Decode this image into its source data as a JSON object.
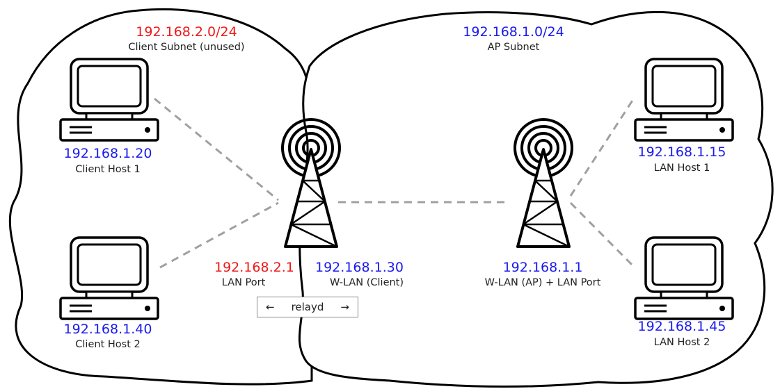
{
  "colors": {
    "red": "#f01818",
    "blue": "#1a1aee",
    "text": "#222222",
    "outline": "#000000",
    "dashes": "#a0a0a0"
  },
  "icons": {
    "computer": "desktop-computer-icon",
    "antenna": "radio-tower-icon"
  },
  "subnets": {
    "client": {
      "address": "192.168.2.0/24",
      "label": "Client Subnet (unused)"
    },
    "ap": {
      "address": "192.168.1.0/24",
      "label": "AP Subnet"
    }
  },
  "hosts": {
    "client_host_1": {
      "ip": "192.168.1.20",
      "name": "Client Host 1"
    },
    "client_host_2": {
      "ip": "192.168.1.40",
      "name": "Client Host 2"
    },
    "lan_host_1": {
      "ip": "192.168.1.15",
      "name": "LAN Host 1"
    },
    "lan_host_2": {
      "ip": "192.168.1.45",
      "name": "LAN Host 2"
    }
  },
  "client_router": {
    "lan_ip": "192.168.2.1",
    "lan_label": "LAN Port",
    "wlan_ip": "192.168.1.30",
    "wlan_label": "W-LAN (Client)"
  },
  "ap_router": {
    "ip": "192.168.1.1",
    "label": "W-LAN (AP) + LAN Port"
  },
  "relay": {
    "left_arrow": "←",
    "label": "relayd",
    "right_arrow": "→"
  }
}
